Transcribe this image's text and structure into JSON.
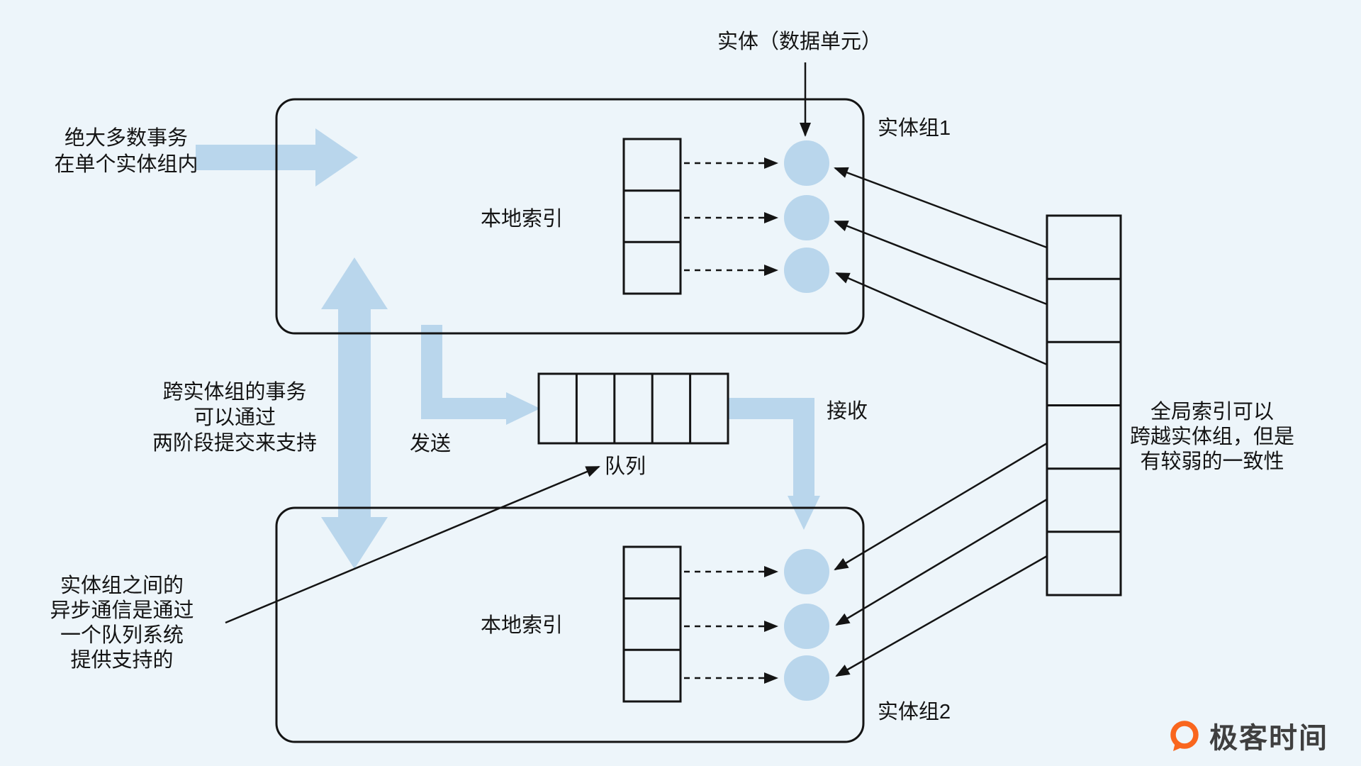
{
  "colors": {
    "background": "#edf5fa",
    "accent_blue": "#b9d6ec",
    "line": "#141414",
    "logo_orange": "#f9661e",
    "logo_text": "#3f3f3f"
  },
  "entity_label": "实体（数据单元）",
  "top_group": {
    "name": "实体组1",
    "local_index": "本地索引"
  },
  "bottom_group": {
    "name": "实体组2",
    "local_index": "本地索引"
  },
  "queue": {
    "label": "队列",
    "send": "发送",
    "receive": "接收",
    "cells": 5
  },
  "notes": {
    "majority": [
      "绝大多数事务",
      "在单个实体组内"
    ],
    "cross_group": [
      "跨实体组的事务",
      "可以通过",
      "两阶段提交来支持"
    ],
    "async_queue": [
      "实体组之间的",
      "异步通信是通过",
      "一个队列系统",
      "提供支持的"
    ],
    "global_index": [
      "全局索引可以",
      "跨越实体组，但是",
      "有较弱的一致性"
    ]
  },
  "logo": {
    "text": "极客时间"
  }
}
